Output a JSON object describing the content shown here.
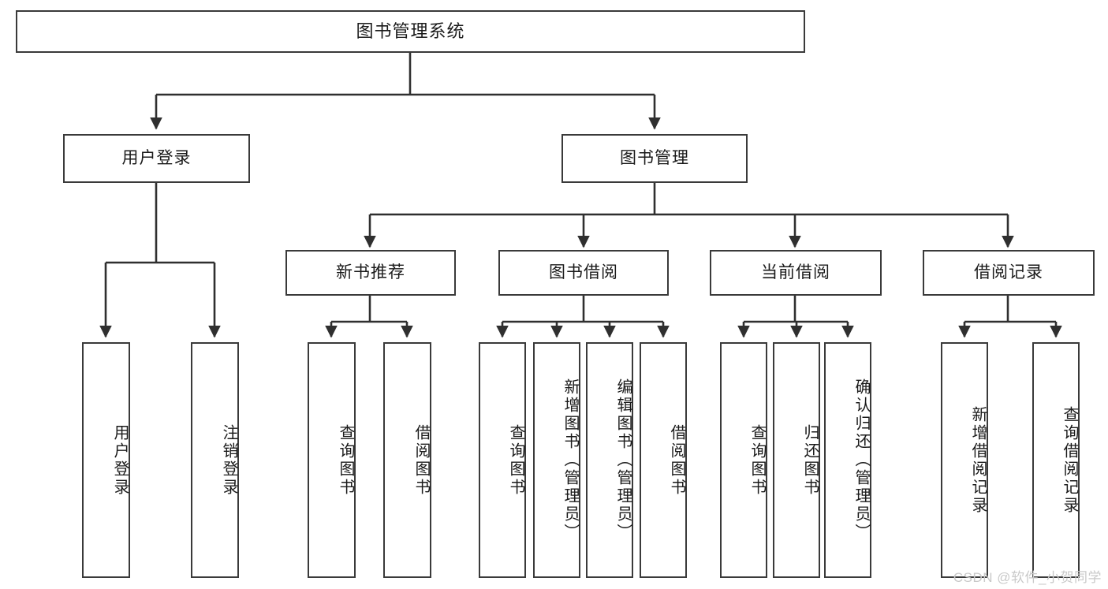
{
  "diagram": {
    "title": "图书管理系统",
    "type": "tree-hierarchy",
    "orientation": "top-down",
    "colors": {
      "box_border": "#3a3a3a",
      "box_fill": "#ffffff",
      "connector": "#2f2f2f",
      "text": "#1a1a1a",
      "watermark": "#c9c9c9",
      "background": "#ffffff"
    }
  },
  "root": {
    "label": "图书管理系统"
  },
  "level2": [
    {
      "label": "用户登录"
    },
    {
      "label": "图书管理"
    }
  ],
  "level3": [
    {
      "label": "新书推荐"
    },
    {
      "label": "图书借阅"
    },
    {
      "label": "当前借阅"
    },
    {
      "label": "借阅记录"
    }
  ],
  "leaves": {
    "user_login": [
      {
        "label": "用户登录"
      },
      {
        "label": "注销登录"
      }
    ],
    "new_book_recommend": [
      {
        "label": "查询图书"
      },
      {
        "label": "借阅图书"
      }
    ],
    "book_borrow": [
      {
        "label": "查询图书"
      },
      {
        "label": "新增图书（管理员）"
      },
      {
        "label": "编辑图书（管理员）"
      },
      {
        "label": "借阅图书"
      }
    ],
    "current_borrow": [
      {
        "label": "查询图书"
      },
      {
        "label": "归还图书"
      },
      {
        "label": "确认归还（管理员）"
      }
    ],
    "borrow_record": [
      {
        "label": "新增借阅记录"
      },
      {
        "label": "查询借阅记录"
      }
    ]
  },
  "watermark": {
    "text": "CSDN @软件_小贺同学"
  }
}
